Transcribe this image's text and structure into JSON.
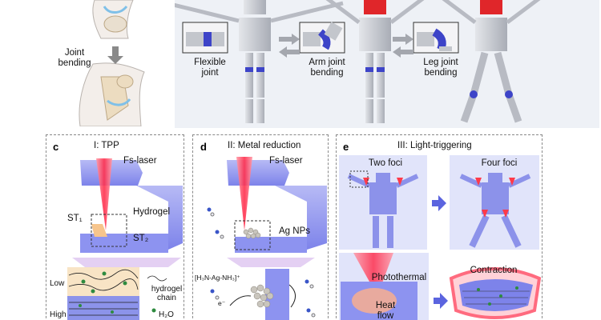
{
  "top_left": {
    "joint_bending": "Joint\nbending"
  },
  "top_right": {
    "flexible_joint": "Flexible\njoint",
    "arm_joint_bending": "Arm joint\nbending",
    "leg_joint_bending": "Leg joint\nbending"
  },
  "panel_c": {
    "letter": "c",
    "title": "I: TPP",
    "fs_laser": "Fs-laser",
    "hydrogel": "Hydrogel",
    "st1": "ST₁",
    "st2": "ST₂",
    "low": "Low",
    "high": "High",
    "hydrogel_chain": "hydrogel\nchain",
    "h2o": "H₂O"
  },
  "panel_d": {
    "letter": "d",
    "title": "II: Metal reduction",
    "fs_laser": "Fs-laser",
    "ag_nps": "Ag NPs",
    "complex": "[H₃N-Ag-NH₃]⁺",
    "electron": "e⁻"
  },
  "panel_e": {
    "letter": "e",
    "title": "III: Light-triggering",
    "two_foci": "Two foci",
    "four_foci": "Four foci",
    "photothermal": "Photothermal",
    "heat_flow": "Heat\nflow",
    "contraction": "Contraction"
  },
  "colors": {
    "joint_blue": "#3d44c8",
    "robot_gray": "#c9ccd3",
    "head_red": "#e0262a",
    "block_blue": "#8d93f0",
    "laser_red": "#ff2f4d"
  }
}
